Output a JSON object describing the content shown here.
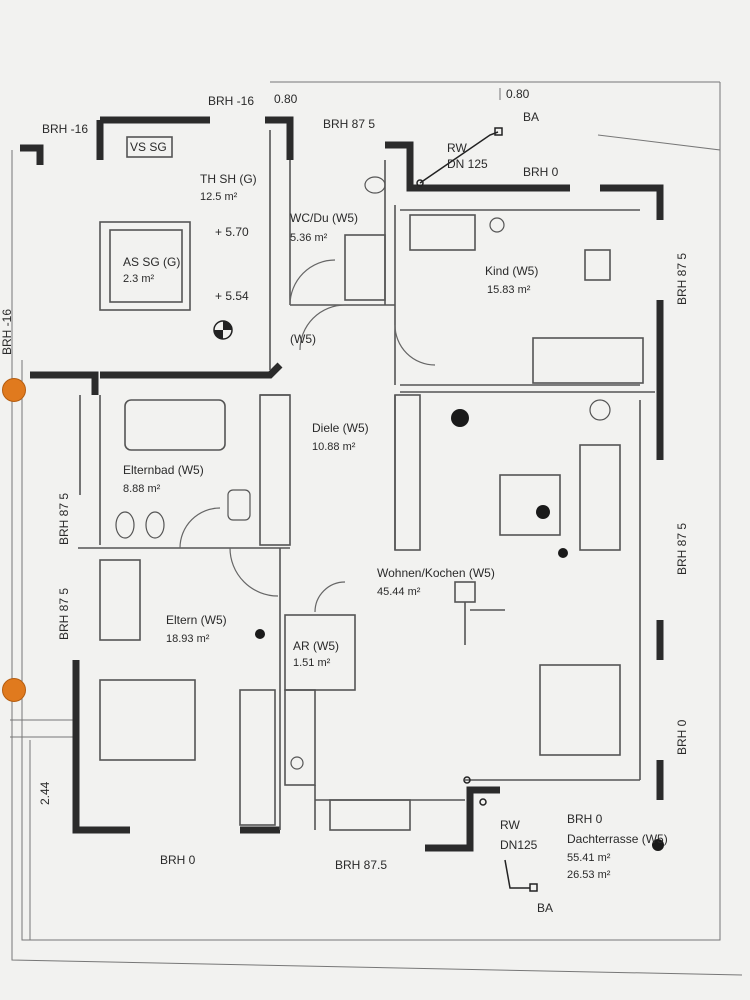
{
  "rooms": {
    "th_sh": {
      "name": "TH SH (G)",
      "area": "12.5 m²"
    },
    "as_sg": {
      "name": "AS SG (G)",
      "area": "2.3 m²"
    },
    "vs_sg": {
      "name": "VS SG"
    },
    "wc_du": {
      "name": "WC/Du (W5)",
      "area": "5.36 m²"
    },
    "kind": {
      "name": "Kind (W5)",
      "area": "15.83 m²"
    },
    "diele": {
      "name": "Diele (W5)",
      "area": "10.88 m²"
    },
    "diele_door": {
      "name": "(W5)"
    },
    "elternbad": {
      "name": "Elternbad (W5)",
      "area": "8.88 m²"
    },
    "wohnen": {
      "name": "Wohnen/Kochen (W5)",
      "area": "45.44 m²"
    },
    "eltern": {
      "name": "Eltern (W5)",
      "area": "18.93 m²"
    },
    "ar": {
      "name": "AR (W5)",
      "area": "1.51 m²"
    },
    "dachterrasse": {
      "name": "Dachterrasse (W5)",
      "area": "55.41 m²",
      "area2": "26.53 m²"
    }
  },
  "levels": {
    "upper": "+ 5.70",
    "lower": "+ 5.54"
  },
  "brh": {
    "top_left": "BRH -16",
    "top_mid": "BRH -16",
    "top_mid_dim": "0.80",
    "top_right_dim": "0.80",
    "top_875": "BRH 87 5",
    "top_0": "BRH 0",
    "left_side": "BRH -16",
    "left_875_a": "BRH 87 5",
    "left_875_b": "BRH 87 5",
    "right_875_a": "BRH 87 5",
    "right_875_b": "BRH 87 5",
    "right_0": "BRH 0",
    "bottom_0": "BRH 0",
    "bottom_875": "BRH 87.5",
    "terrace_0": "BRH 0"
  },
  "drains": {
    "rw_top": "RW",
    "dn_top": "DN 125",
    "ba_top": "BA",
    "rw_bottom": "RW",
    "dn_bottom": "DN125",
    "ba_bottom": "BA"
  },
  "dimension_left": "2.44",
  "colors": {
    "wall": "#2b2b2b",
    "line": "#555555",
    "paper": "#f2f2f0",
    "punch": "#e07a1e"
  }
}
